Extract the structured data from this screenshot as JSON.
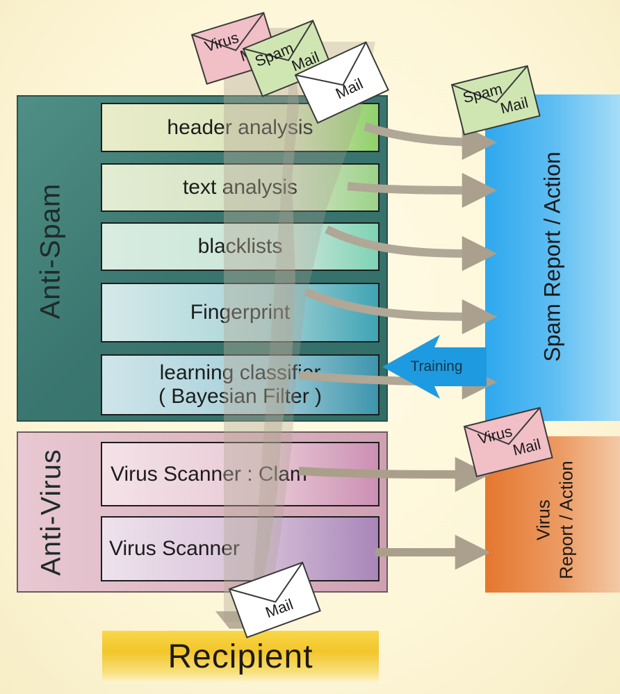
{
  "groups": {
    "anti_spam": "Anti-Spam",
    "anti_virus": "Anti-Virus"
  },
  "modules": {
    "header_analysis": "header analysis",
    "text_analysis": "text analysis",
    "blacklists": "blacklists",
    "fingerprint": "Fingerprint",
    "learning_line1": "learning classifier",
    "learning_line2": "( Bayesian Filter )",
    "virus_clam": "Virus Scanner : Clam",
    "virus_scanner": "Virus Scanner"
  },
  "reports": {
    "spam": "Spam Report / Action",
    "virus_line1": "Virus",
    "virus_line2": "Report / Action"
  },
  "training": "Training",
  "recipient": "Recipient",
  "envelopes": {
    "virus_top_line1": "Virus",
    "virus_top_line2": "Mail",
    "spam_top_line1": "Spam",
    "spam_top_line2": "Mail",
    "mail_top": "Mail",
    "spam_right_line1": "Spam",
    "spam_right_line2": "Mail",
    "virus_right_line1": "Virus",
    "virus_right_line2": "Mail",
    "mail_bottom": "Mail"
  },
  "colors": {
    "anti_spam": "#3b7770",
    "anti_virus": "#ddb6c3",
    "spam_report": "#2ea8ee",
    "virus_report": "#e5772f",
    "recipient": "#f3c52a",
    "flow_arrow": "#b0a796",
    "training_arrow": "#1e9be0"
  }
}
